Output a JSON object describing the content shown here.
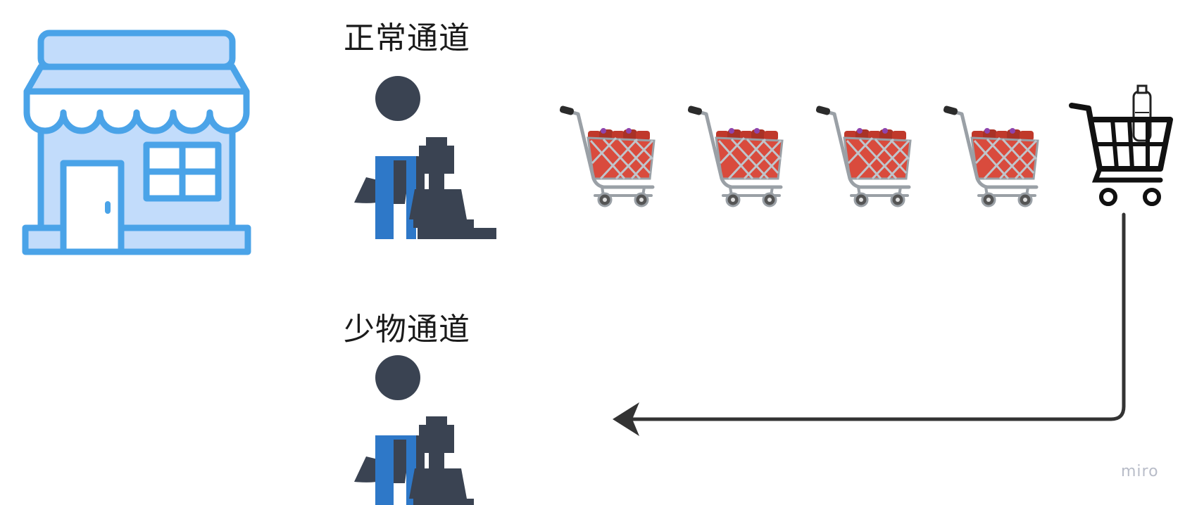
{
  "labels": {
    "normal_lane": "正常通道",
    "small_lane": "少物通道"
  },
  "watermark": "miro",
  "icons": {
    "store": "store-icon",
    "cashier": "cashier-icon",
    "full_cart": "full-shopping-cart-icon",
    "small_cart": "shopping-cart-with-bottle-icon"
  },
  "colors": {
    "store_stroke": "#4aa3e8",
    "store_fill": "#c2dcfb",
    "person": "#3a4352",
    "apron": "#2e78c8",
    "arrow": "#333333"
  }
}
